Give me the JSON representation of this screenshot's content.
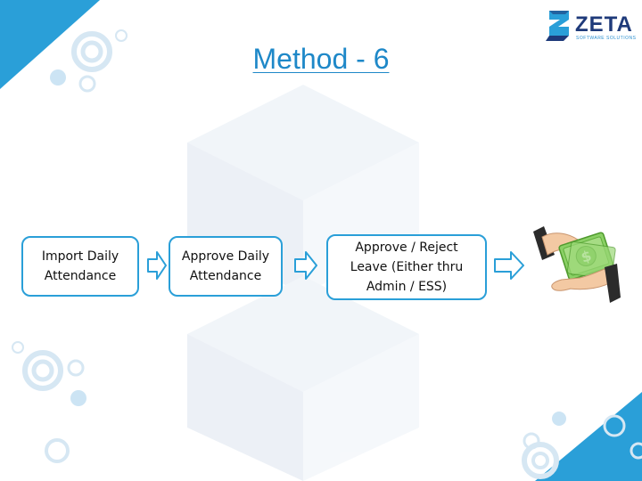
{
  "slide": {
    "title": "Method - 6"
  },
  "logo": {
    "name": "ZETA",
    "tagline": "SOFTWARE SOLUTIONS",
    "icon": "zeta-cube-icon"
  },
  "flow": {
    "steps": [
      {
        "label": "Import Daily\nAttendance"
      },
      {
        "label": "Approve Daily\nAttendance"
      },
      {
        "label": "Approve / Reject\nLeave (Either thru\nAdmin / ESS)"
      }
    ],
    "arrow_icon": "right-arrow-icon",
    "result_icon": "money-exchange-hands-icon"
  },
  "colors": {
    "accent": "#2a9fd8",
    "title": "#1e88c8",
    "brand": "#1e3a7a",
    "money": "#6cc04a"
  }
}
